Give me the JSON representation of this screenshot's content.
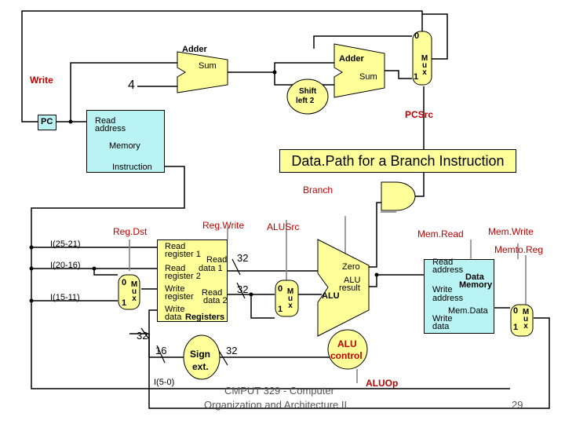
{
  "title": "Data.Path for a Branch Instruction",
  "pc_label": "PC",
  "write_label": "Write",
  "four_label": "4",
  "adder1": {
    "title": "Adder",
    "sum": "Sum"
  },
  "adder2": {
    "title": "Adder",
    "sum": "Sum"
  },
  "shift": {
    "line1": "Shift",
    "line2": "left 2"
  },
  "top_mux": {
    "zero": "0",
    "letters": "M\nu\nx",
    "one": "1"
  },
  "pcsrc": "PCSrc",
  "imem": {
    "read": "Read",
    "address": "address",
    "memory": "Memory",
    "instruction": "Instruction"
  },
  "branch": "Branch",
  "regdst": "Reg.Dst",
  "regwrite": "Reg.Write",
  "alusrc": "ALUSrc",
  "memread": "Mem.Read",
  "memwrite": "Mem.Write",
  "memtoreg": "Memto.Reg",
  "instr_fields": {
    "f25_21": "I(25-21)",
    "f20_16": "I(20-16)",
    "f15_11": "I(15-11)",
    "f5_0": "I(5-0)"
  },
  "registers": {
    "rr1": "Read",
    "rr1b": "register 1",
    "rd1a": "Read",
    "rd1b": "data 1",
    "rr2a": "Read",
    "rr2b": "register 2",
    "wra": "Write",
    "wrb": "register",
    "rd2a": "Read",
    "rd2b": "data 2",
    "wd": "Write",
    "wd2": "data",
    "name": "Registers"
  },
  "widths": {
    "w32a": "32",
    "w32b": "32",
    "w32c": "32",
    "w16": "16",
    "w32d": "32"
  },
  "regdst_mux": {
    "zero": "0",
    "letters": "M\nu\nx",
    "one": "1"
  },
  "alusrc_mux": {
    "zero": "0",
    "letters": "M\nu\nx",
    "one": "1"
  },
  "wb_mux": {
    "zero": "0",
    "letters": "M\nu\nx",
    "one": "1"
  },
  "alu": {
    "zero": "Zero",
    "result1": "ALU",
    "result2": "result",
    "name": "ALU"
  },
  "sign_ext": {
    "line1": "Sign",
    "line2": "ext."
  },
  "alu_control": {
    "line1": "ALU",
    "line2": "control"
  },
  "aluop": "ALUOp",
  "dmem": {
    "read": "Read",
    "address": "address",
    "data": "Data",
    "write": "Write",
    "memory": "Memory",
    "address2": "address",
    "memdata": "Mem.Data",
    "write2": "Write",
    "data2": "data"
  },
  "footer": {
    "line1": "CMPUT 329 - Computer",
    "line2": "Organization and Architecture II",
    "page": "29"
  },
  "colors": {
    "yellow": "#ffff99",
    "cyan": "#b9f3f3",
    "red": "#c00000",
    "gray": "#7f7f7f"
  }
}
